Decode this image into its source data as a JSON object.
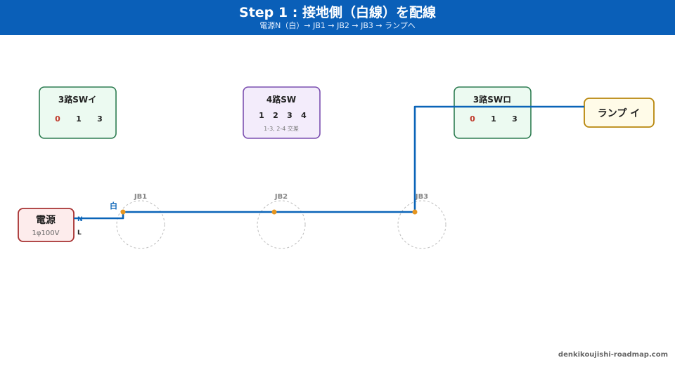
{
  "header": {
    "title": "Step 1 : 接地側（白線）を配線",
    "subtitle": "電源N（白）→ JB1 → JB2 → JB3 → ランプへ"
  },
  "switches": {
    "sw3a": {
      "label": "3路SWイ",
      "terminals": [
        "0",
        "1",
        "3"
      ]
    },
    "sw4": {
      "label": "4路SW",
      "terminals": [
        "1",
        "2",
        "3",
        "4"
      ],
      "note": "1-3, 2-4 交差"
    },
    "sw3b": {
      "label": "3路SWロ",
      "terminals": [
        "0",
        "1",
        "3"
      ]
    }
  },
  "lamp": {
    "label": "ランプ イ"
  },
  "power": {
    "label": "電源",
    "spec": "1φ100V",
    "terminal_n": "N",
    "terminal_l": "L"
  },
  "wire": {
    "label": "白",
    "color": "#0a64b8"
  },
  "junction_boxes": [
    "JB1",
    "JB2",
    "JB3"
  ],
  "footer": "denkikoujishi-roadmap.com",
  "colors": {
    "header_bg": "#0a5fb8",
    "switch3_border": "#2e7d52",
    "switch3_bg": "#ecfaf1",
    "switch4_border": "#7b4fb0",
    "switch4_bg": "#f3ecfb",
    "lamp_border": "#b8860b",
    "lamp_bg": "#fffbe8",
    "power_border": "#a83232",
    "power_bg": "#fdecec",
    "common_terminal": "#c0392b",
    "junction_node": "#e6951f"
  }
}
